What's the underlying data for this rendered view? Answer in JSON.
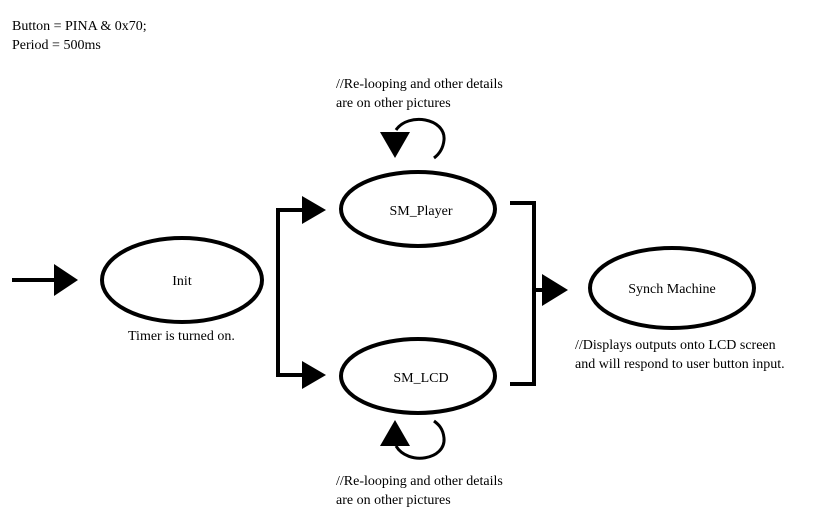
{
  "header": {
    "line1": "Button = PINA & 0x70;",
    "line2": "Period = 500ms"
  },
  "states": {
    "init": "Init",
    "sm_player": "SM_Player",
    "sm_lcd": "SM_LCD",
    "synch_machine": "Synch Machine"
  },
  "notes": {
    "top_relooping_line1": "//Re-looping and other details",
    "top_relooping_line2": "are on other pictures",
    "init_note": "Timer is turned on.",
    "synch_note_line1": "//Displays outputs onto LCD screen",
    "synch_note_line2": "and will respond to user button input.",
    "bottom_relooping_line1": "//Re-looping and other details",
    "bottom_relooping_line2": "are on other pictures"
  },
  "colors": {
    "stroke": "#000000",
    "background": "#ffffff"
  }
}
